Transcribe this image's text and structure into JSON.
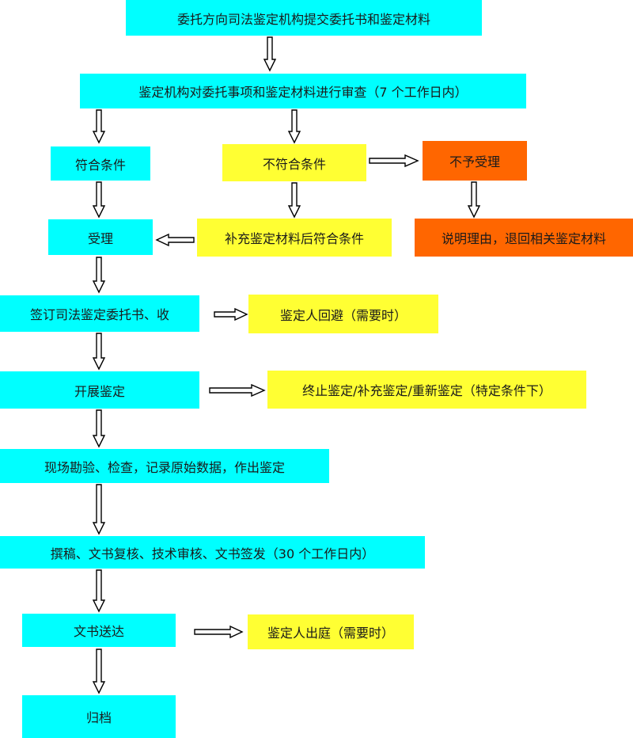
{
  "nodes": {
    "submit": "委托方向司法鉴定机构提交委托书和鉴定材料",
    "review": "鉴定机构对委托事项和鉴定材料进行审查（7 个工作日内）",
    "meets": "符合条件",
    "not_meets": "不符合条件",
    "reject": "不予受理",
    "accept": "受理",
    "supplement": "补充鉴定材料后符合条件",
    "explain": "说明理由，退回相关鉴定材料",
    "sign": "签订司法鉴定委托书、收",
    "recuse": "鉴定人回避（需要时）",
    "start": "开展鉴定",
    "terminate": "终止鉴定/补充鉴定/重新鉴定（特定条件下）",
    "survey": "现场勘验、检查，记录原始数据，作出鉴定",
    "draft": "撰稿、文书复核、技术审核、文书签发（30 个工作日内）",
    "deliver": "文书送达",
    "court": "鉴定人出庭（需要时）",
    "archive": "归档"
  },
  "colors": {
    "cyan": "#00ffff",
    "yellow": "#ffff33",
    "orange": "#ff6600"
  }
}
